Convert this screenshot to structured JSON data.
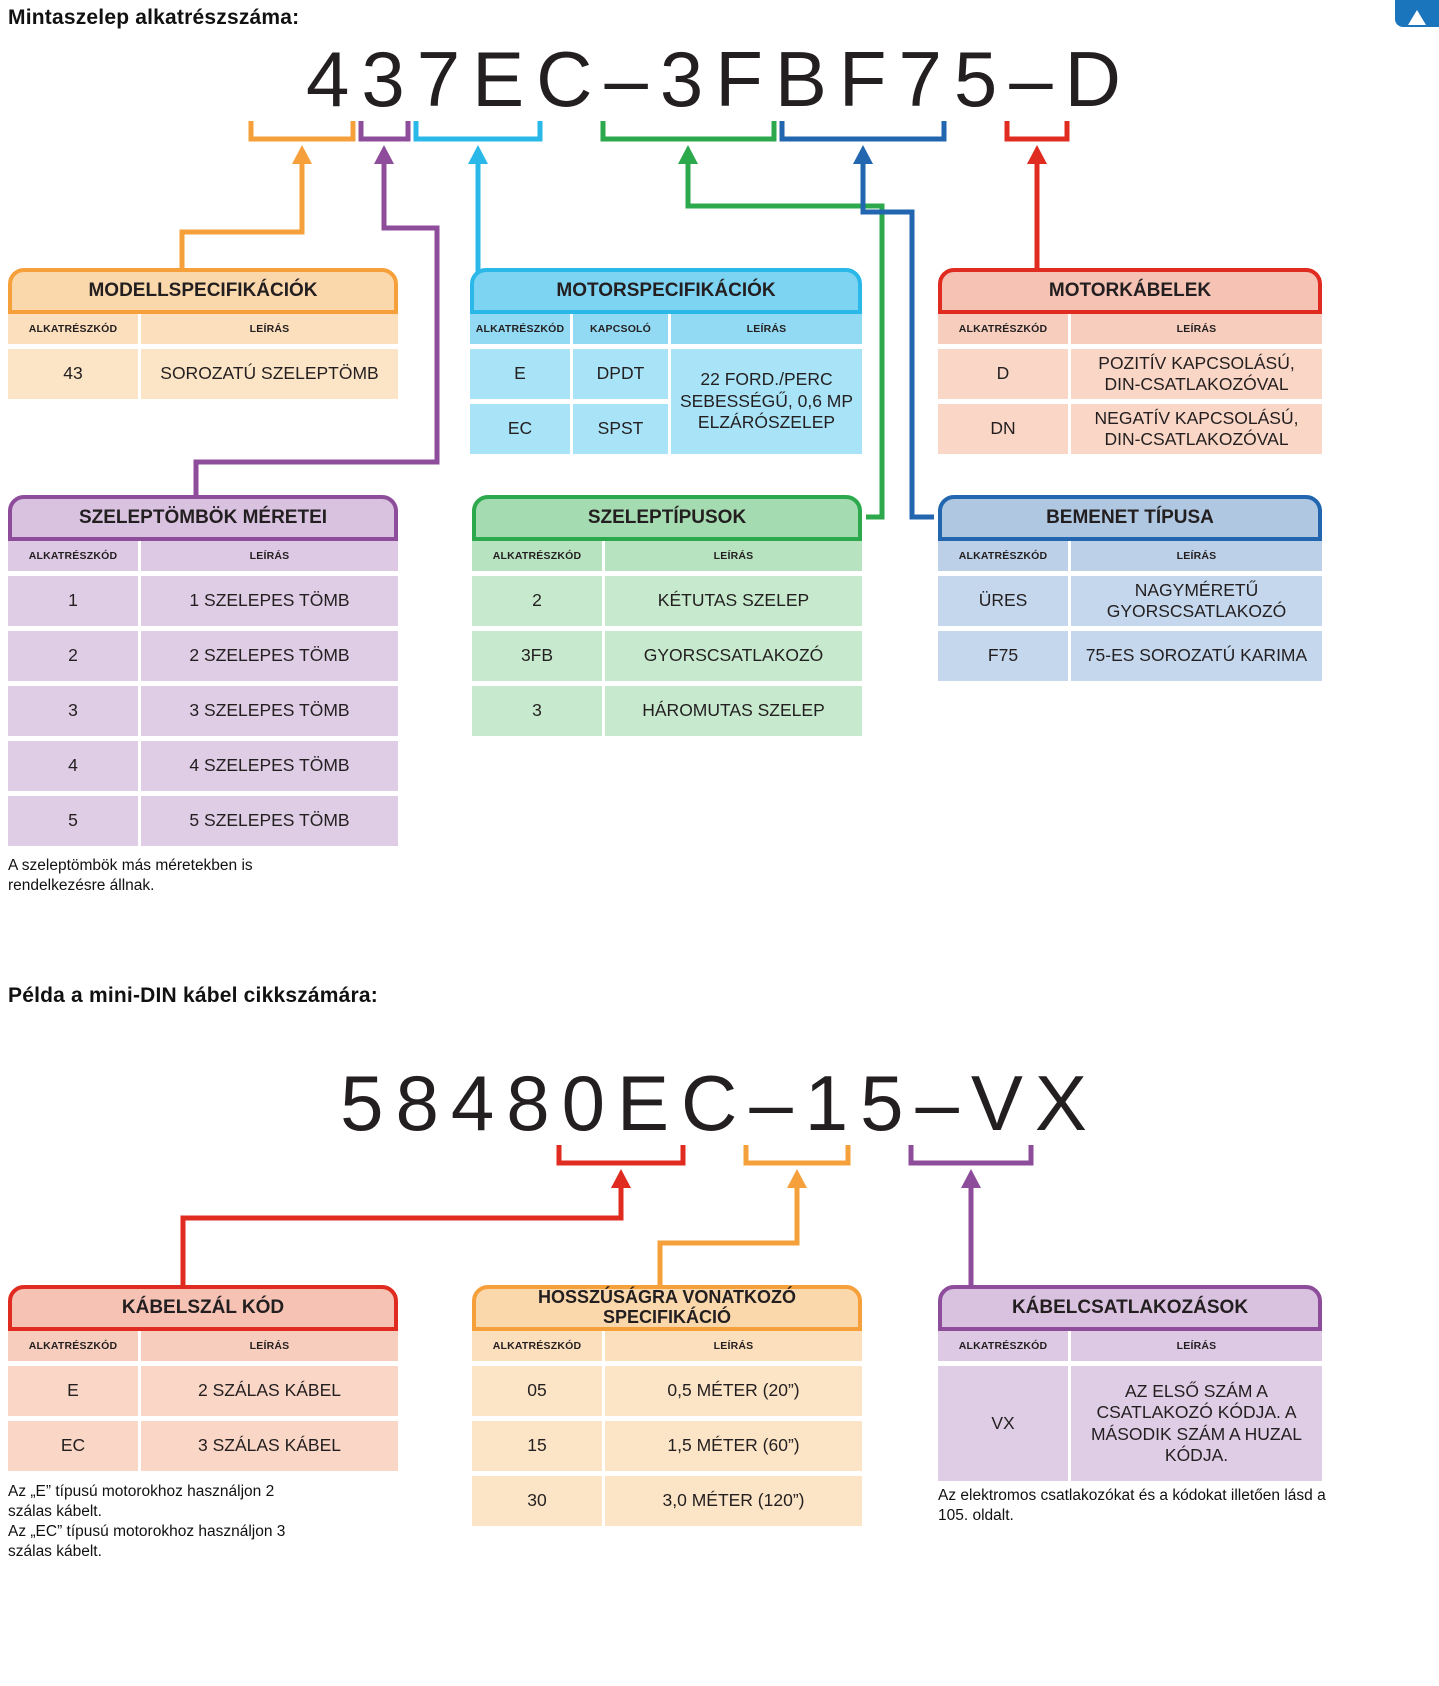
{
  "section1": {
    "heading": "Mintaszelep alkatrészszáma:",
    "part_number": "437EC–3FBF75–D",
    "tables": {
      "modell": {
        "title": "MODELLSPECIFIKÁCIÓK",
        "col_code": "ALKATRÉSZKÓD",
        "col_desc": "LEÍRÁS",
        "rows": [
          {
            "code": "43",
            "desc": "SOROZATÚ SZELEPTÖMB"
          }
        ]
      },
      "motor": {
        "title": "MOTORSPECIFIKÁCIÓK",
        "col_code": "ALKATRÉSZKÓD",
        "col_switch": "KAPCSOLÓ",
        "col_desc": "LEÍRÁS",
        "rows": [
          {
            "code": "E",
            "switch": "DPDT"
          },
          {
            "code": "EC",
            "switch": "SPST"
          }
        ],
        "merged_desc": "22 FORD./PERC SEBESSÉGŰ, 0,6 MP ELZÁRÓSZELEP"
      },
      "kabelek": {
        "title": "MOTORKÁBELEK",
        "col_code": "ALKATRÉSZKÓD",
        "col_desc": "LEÍRÁS",
        "rows": [
          {
            "code": "D",
            "desc": "POZITÍV KAPCSOLÁSÚ, DIN-CSATLAKOZÓVAL"
          },
          {
            "code": "DN",
            "desc": "NEGATÍV KAPCSOLÁSÚ, DIN-CSATLAKOZÓVAL"
          }
        ]
      },
      "tombok": {
        "title": "SZELEPTÖMBÖK MÉRETEI",
        "col_code": "ALKATRÉSZKÓD",
        "col_desc": "LEÍRÁS",
        "rows": [
          {
            "code": "1",
            "desc": "1 SZELEPES TÖMB"
          },
          {
            "code": "2",
            "desc": "2 SZELEPES TÖMB"
          },
          {
            "code": "3",
            "desc": "3 SZELEPES TÖMB"
          },
          {
            "code": "4",
            "desc": "4 SZELEPES TÖMB"
          },
          {
            "code": "5",
            "desc": "5 SZELEPES TÖMB"
          }
        ],
        "note": "A szeleptömbök más méretekben is rendelkezésre állnak."
      },
      "tipusok": {
        "title": "SZELEPTÍPUSOK",
        "col_code": "ALKATRÉSZKÓD",
        "col_desc": "LEÍRÁS",
        "rows": [
          {
            "code": "2",
            "desc": "KÉTUTAS SZELEP"
          },
          {
            "code": "3FB",
            "desc": "GYORSCSATLAKOZÓ"
          },
          {
            "code": "3",
            "desc": "HÁROMUTAS SZELEP"
          }
        ]
      },
      "bemenet": {
        "title": "BEMENET TÍPUSA",
        "col_code": "ALKATRÉSZKÓD",
        "col_desc": "LEÍRÁS",
        "rows": [
          {
            "code": "ÜRES",
            "desc": "NAGYMÉRETŰ GYORSCSATLAKOZÓ"
          },
          {
            "code": "F75",
            "desc": "75-ES SOROZATÚ KARIMA"
          }
        ]
      }
    }
  },
  "section2": {
    "heading": "Példa a mini-DIN kábel cikkszámára:",
    "part_number": "58480EC–15–VX",
    "tables": {
      "szal": {
        "title": "KÁBELSZÁL KÓD",
        "col_code": "ALKATRÉSZKÓD",
        "col_desc": "LEÍRÁS",
        "rows": [
          {
            "code": "E",
            "desc": "2 SZÁLAS KÁBEL"
          },
          {
            "code": "EC",
            "desc": "3 SZÁLAS KÁBEL"
          }
        ],
        "note_line1": "Az „E” típusú motorokhoz használjon 2 szálas kábelt.",
        "note_line2": "Az „EC” típusú motorokhoz használjon 3 szálas kábelt."
      },
      "hossz": {
        "title": "HOSSZÚSÁGRA VONATKOZÓ SPECIFIKÁCIÓ",
        "col_code": "ALKATRÉSZKÓD",
        "col_desc": "LEÍRÁS",
        "rows": [
          {
            "code": "05",
            "desc": "0,5 MÉTER (20”)"
          },
          {
            "code": "15",
            "desc": "1,5 MÉTER (60”)"
          },
          {
            "code": "30",
            "desc": "3,0 MÉTER (120”)"
          }
        ]
      },
      "csatlakozas": {
        "title": "KÁBELCSATLAKOZÁSOK",
        "col_code": "ALKATRÉSZKÓD",
        "col_desc": "LEÍRÁS",
        "rows": [
          {
            "code": "VX",
            "desc": "AZ ELSŐ SZÁM A CSATLAKOZÓ KÓDJA. A MÁSODIK SZÁM A HUZAL KÓDJA."
          }
        ],
        "note": "Az elektromos csatlakozókat és a kódokat illetően lásd a 105. oldalt."
      }
    }
  },
  "colors": {
    "orange": "#F5A03B",
    "purple": "#8E4D9B",
    "cyan": "#29B8E8",
    "green": "#2CA94D",
    "blue": "#2166AF",
    "red": "#E02B20",
    "corner_icon_blue": "#1B75BC"
  }
}
